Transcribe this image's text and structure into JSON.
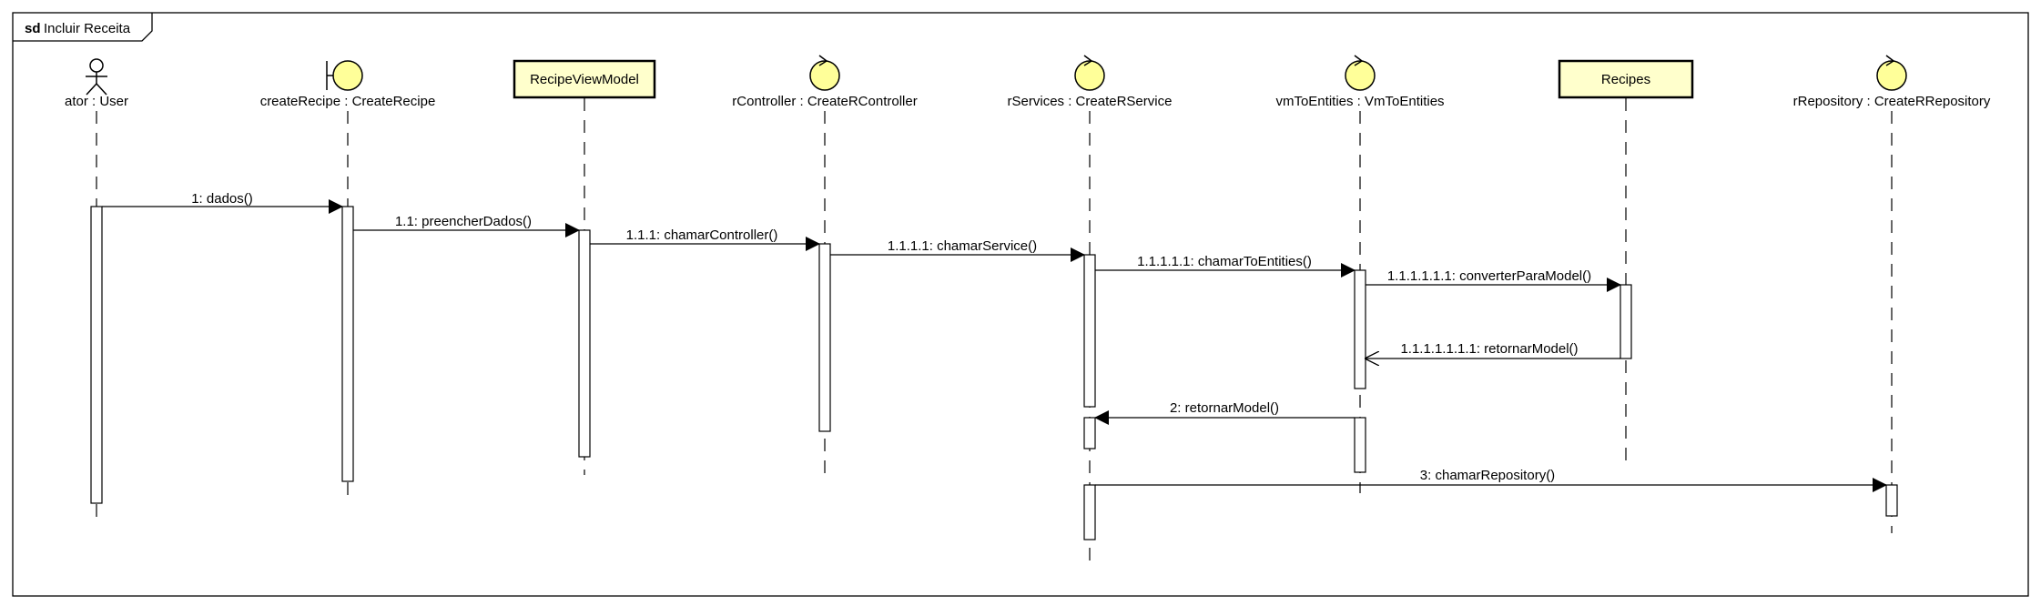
{
  "frame": {
    "keyword": "sd",
    "title": "Incluir Receita"
  },
  "colors": {
    "line": "#000000",
    "activation_fill": "#ffffff",
    "entity_fill": "#ffffcc",
    "actor_fill": "#ffff99",
    "background": "#ffffff"
  },
  "lifelines": [
    {
      "id": "ator",
      "label": "ator : User",
      "shape": "actor-icon"
    },
    {
      "id": "createRecipe",
      "label": "createRecipe : CreateRecipe",
      "shape": "boundary-icon"
    },
    {
      "id": "recipeViewModel",
      "label": "RecipeViewModel",
      "shape": "box"
    },
    {
      "id": "rController",
      "label": "rController : CreateRController",
      "shape": "control-icon"
    },
    {
      "id": "rServices",
      "label": "rServices : CreateRService",
      "shape": "control-icon"
    },
    {
      "id": "vmToEntities",
      "label": "vmToEntities : VmToEntities",
      "shape": "control-icon"
    },
    {
      "id": "recipes",
      "label": "Recipes",
      "shape": "box"
    },
    {
      "id": "rRepository",
      "label": "rRepository : CreateRRepository",
      "shape": "control-icon"
    }
  ],
  "messages": [
    {
      "label": "1: dados()",
      "from": "ator",
      "to": "createRecipe",
      "kind": "sync"
    },
    {
      "label": "1.1: preencherDados()",
      "from": "createRecipe",
      "to": "recipeViewModel",
      "kind": "sync"
    },
    {
      "label": "1.1.1: chamarController()",
      "from": "recipeViewModel",
      "to": "rController",
      "kind": "sync"
    },
    {
      "label": "1.1.1.1: chamarService()",
      "from": "rController",
      "to": "rServices",
      "kind": "sync"
    },
    {
      "label": "1.1.1.1.1: chamarToEntities()",
      "from": "rServices",
      "to": "vmToEntities",
      "kind": "sync"
    },
    {
      "label": "1.1.1.1.1.1: converterParaModel()",
      "from": "vmToEntities",
      "to": "recipes",
      "kind": "sync"
    },
    {
      "label": "1.1.1.1.1.1.1: retornarModel()",
      "from": "recipes",
      "to": "vmToEntities",
      "kind": "reply"
    },
    {
      "label": "2: retornarModel()",
      "from": "vmToEntities",
      "to": "rServices",
      "kind": "sync"
    },
    {
      "label": "3: chamarRepository()",
      "from": "rServices",
      "to": "rRepository",
      "kind": "sync"
    }
  ]
}
